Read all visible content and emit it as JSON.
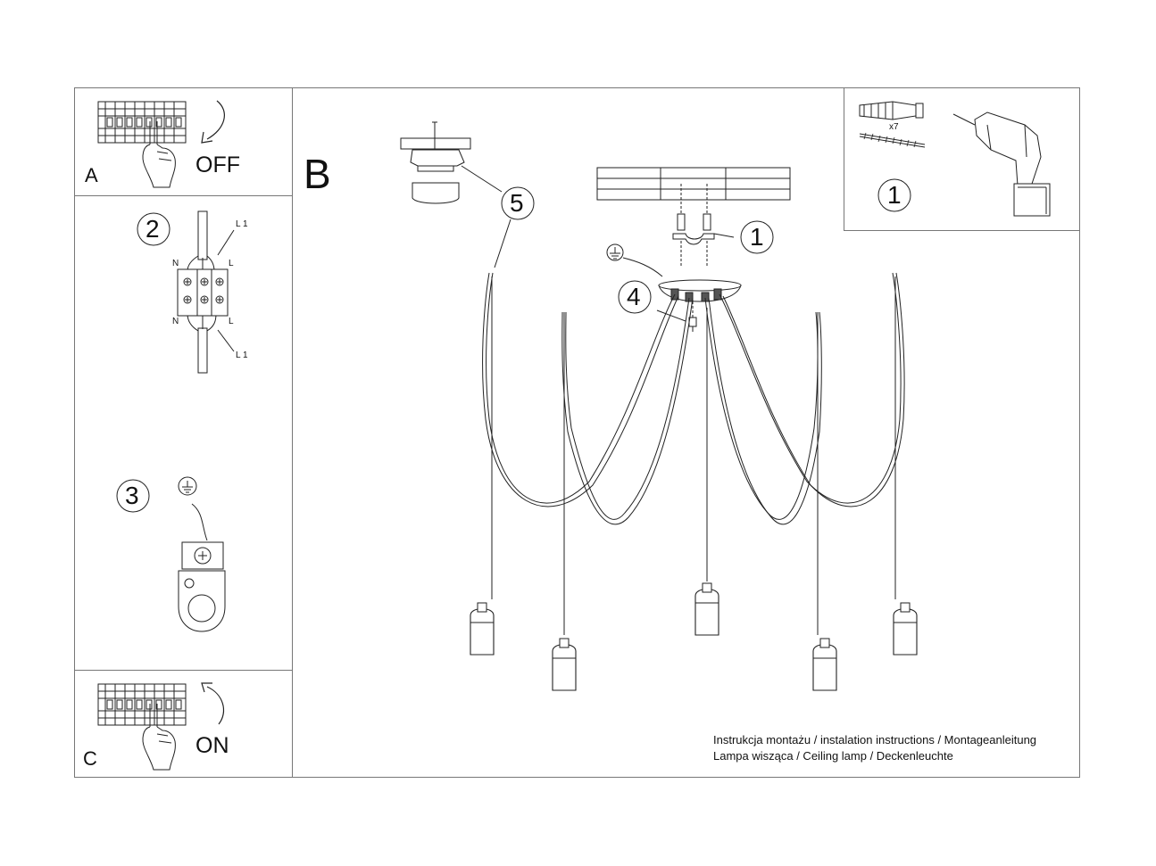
{
  "panels": {
    "a": {
      "letter": "A",
      "state": "OFF"
    },
    "b": {
      "letter": "B"
    },
    "c": {
      "letter": "C",
      "state": "ON"
    }
  },
  "steps": {
    "anchor_kit": {
      "number": "1",
      "quantity": "x7"
    },
    "bracket": {
      "number": "1"
    },
    "wiring": {
      "number": "2",
      "labels": [
        "L 1",
        "N",
        "L",
        "N",
        "L",
        "L 1"
      ]
    },
    "earth": {
      "number": "3"
    },
    "screw": {
      "number": "4"
    },
    "canopy": {
      "number": "5"
    }
  },
  "caption": {
    "line1": "Instrukcja montażu / instalation instructions / Montageanleitung",
    "line2": "Lampa wisząca / Ceiling lamp / Deckenleuchte"
  },
  "icons": [
    "fuse-box-icon",
    "hand-icon",
    "arrow-icon",
    "earth-symbol-icon",
    "drill-icon",
    "wall-plug-icon",
    "screw-icon"
  ],
  "colors": {
    "line": "#222222",
    "frame": "#777777",
    "background": "#ffffff"
  }
}
